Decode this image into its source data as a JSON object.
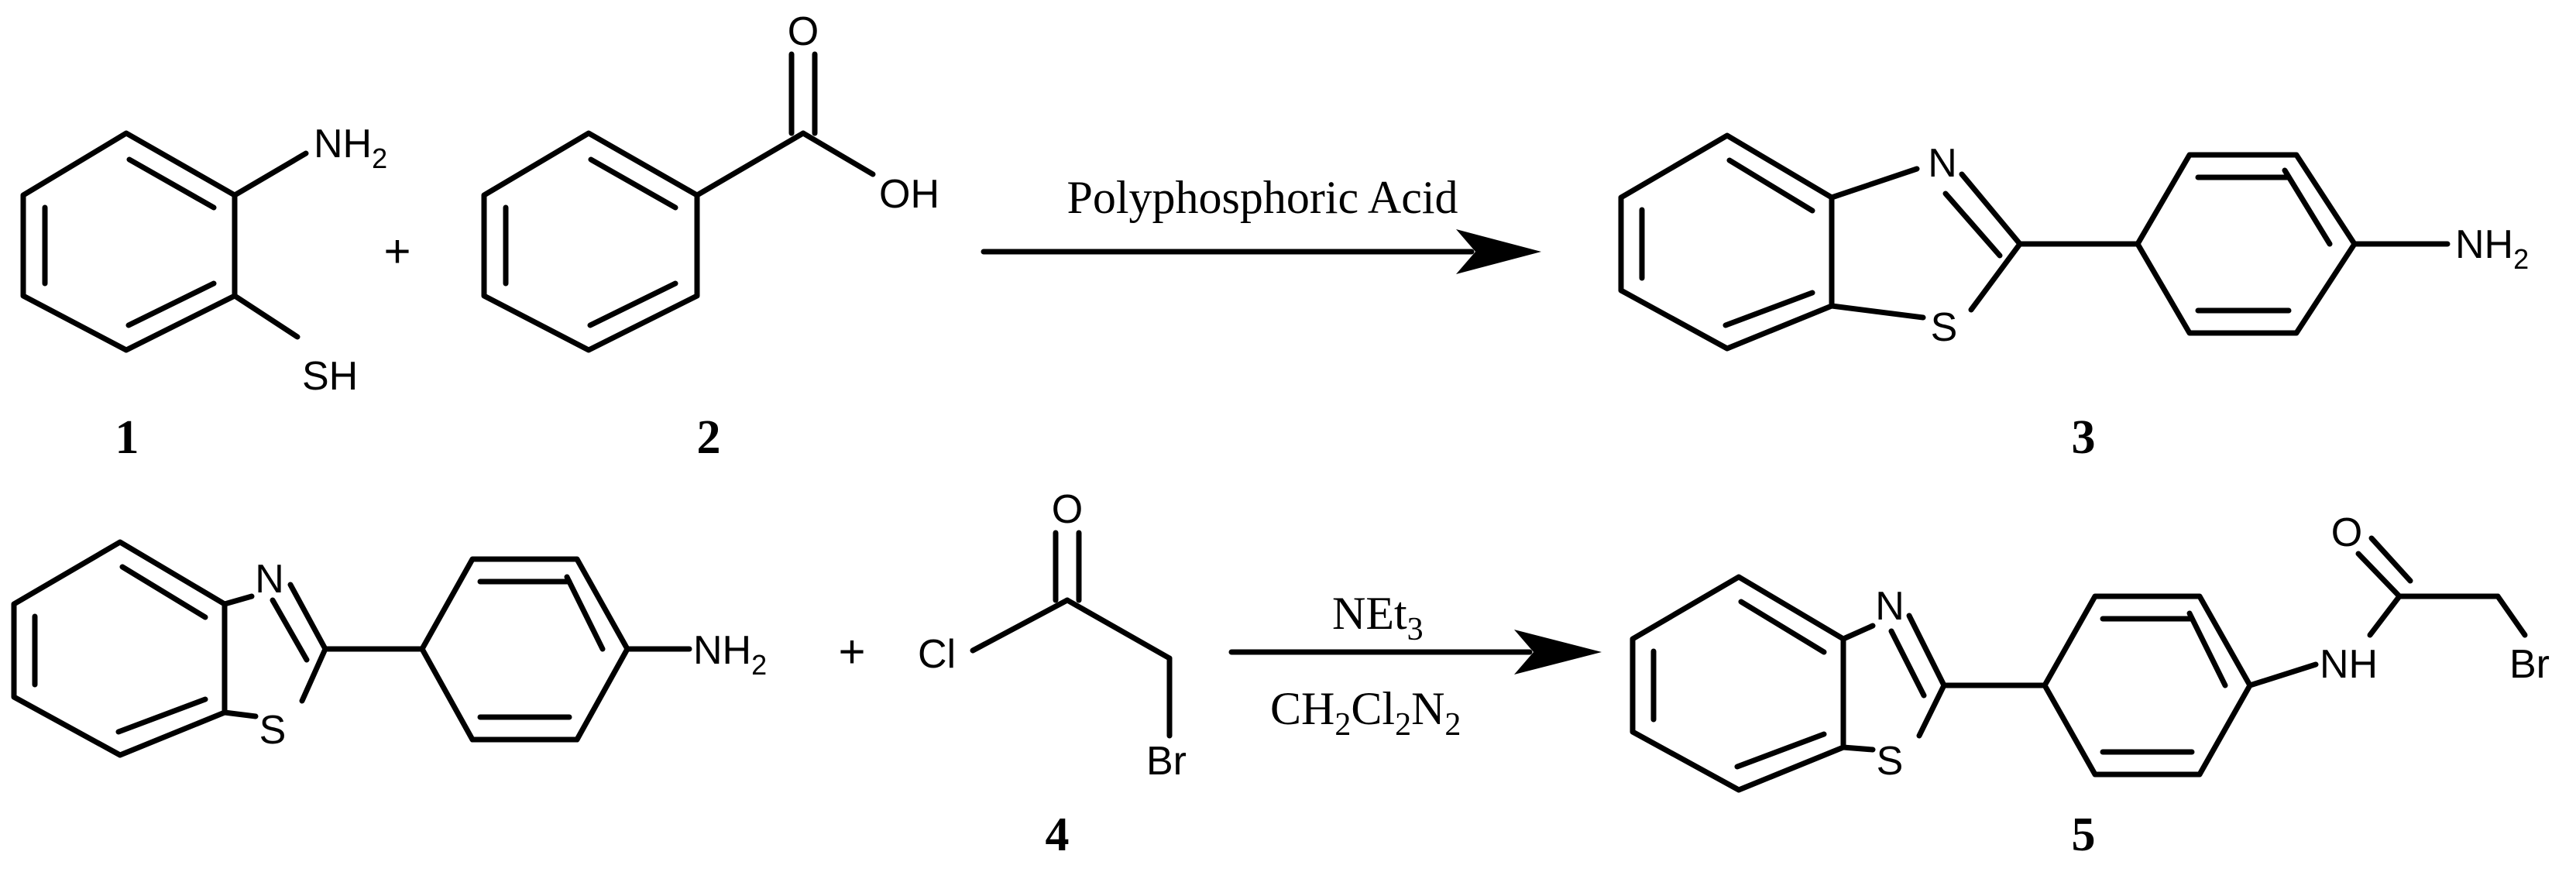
{
  "reaction1": {
    "compound1": {
      "number": "1",
      "amine_label": "NH",
      "amine_sub": "2",
      "thiol_label": "SH"
    },
    "plus": "+",
    "compound2": {
      "number": "2",
      "carbonyl_o": "O",
      "hydroxyl": "OH"
    },
    "reagent": "Polyphosphoric Acid",
    "product3": {
      "number": "3",
      "n_label": "N",
      "s_label": "S",
      "amine_label": "NH",
      "amine_sub": "2"
    }
  },
  "reaction2": {
    "start": {
      "n_label": "N",
      "s_label": "S",
      "amine_label": "NH",
      "amine_sub": "2"
    },
    "plus": "+",
    "compound4": {
      "number": "4",
      "o_label": "O",
      "cl_label": "Cl",
      "br_label": "Br"
    },
    "reagent_top": {
      "base": "NEt",
      "sub": "3"
    },
    "reagent_bottom": {
      "p1": "CH",
      "s1": "2",
      "p2": "Cl",
      "s2": "2",
      "p3": "N",
      "s3": "2"
    },
    "product5": {
      "number": "5",
      "n_label": "N",
      "s_label": "S",
      "o_label": "O",
      "nh_label": "NH",
      "br_label": "Br"
    }
  }
}
